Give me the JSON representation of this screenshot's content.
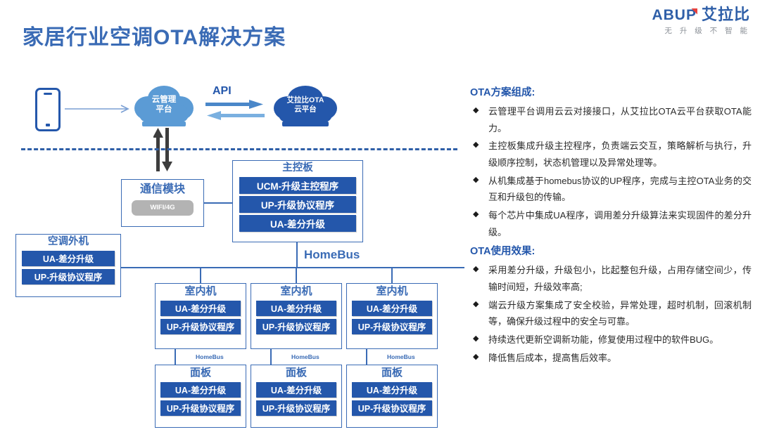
{
  "page_title": "家居行业空调OTA解决方案",
  "brand": {
    "latin": "ABUP",
    "cjk": "艾拉比",
    "tagline": "无 升 级  不 智 能"
  },
  "colors": {
    "title_blue": "#3a6bb5",
    "bar_blue": "#2457ab",
    "cloud_light": "#5b9bd5",
    "cloud_dark": "#2457ab",
    "gray_pill": "#b3b3b3"
  },
  "diagram": {
    "phone_icon": "smartphone-icon",
    "cloud_left": {
      "line1": "云管理",
      "line2": "平台"
    },
    "cloud_right": {
      "line1": "艾拉比OTA",
      "line2": "云平台"
    },
    "api_label": "API",
    "comm_module": {
      "title": "通信模块",
      "pill": "WIFI/4G"
    },
    "main_board": {
      "title": "主控板",
      "bars": [
        "UCM-升级主控程序",
        "UP-升级协议程序",
        "UA-差分升级"
      ]
    },
    "outdoor_unit": {
      "title": "空调外机",
      "bars": [
        "UA-差分升级",
        "UP-升级协议程序"
      ]
    },
    "homebus_label": "HomeBus",
    "homebus_small_label": "HomeBus",
    "indoor_units": [
      {
        "title": "室内机",
        "bars": [
          "UA-差分升级",
          "UP-升级协议程序"
        ]
      },
      {
        "title": "室内机",
        "bars": [
          "UA-差分升级",
          "UP-升级协议程序"
        ]
      },
      {
        "title": "室内机",
        "bars": [
          "UA-差分升级",
          "UP-升级协议程序"
        ]
      }
    ],
    "panels": [
      {
        "title": "面板",
        "bars": [
          "UA-差分升级",
          "UP-升级协议程序"
        ]
      },
      {
        "title": "面板",
        "bars": [
          "UA-差分升级",
          "UP-升级协议程序"
        ]
      },
      {
        "title": "面板",
        "bars": [
          "UA-差分升级",
          "UP-升级协议程序"
        ]
      }
    ]
  },
  "sections": [
    {
      "heading": "OTA方案组成:",
      "items": [
        "云管理平台调用云云对接接口，从艾拉比OTA云平台获取OTA能力。",
        "主控板集成升级主控程序，负责端云交互，策略解析与执行，升级顺序控制，状态机管理以及异常处理等。",
        "从机集成基于homebus协议的UP程序，完成与主控OTA业务的交互和升级包的传输。",
        "每个芯片中集成UA程序，调用差分升级算法来实现固件的差分升级。"
      ]
    },
    {
      "heading": "OTA使用效果:",
      "items": [
        "采用差分升级，升级包小，比起整包升级，占用存储空间少，传输时间短，升级效率高;",
        "端云升级方案集成了安全校验，异常处理，超时机制，回滚机制等，确保升级过程中的安全与可靠。",
        "持续迭代更新空调新功能，修复使用过程中的软件BUG。",
        "降低售后成本，提高售后效率。"
      ]
    }
  ]
}
